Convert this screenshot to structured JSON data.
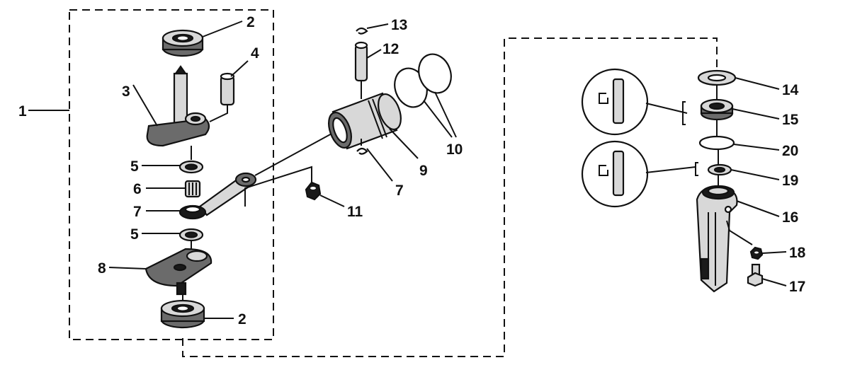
{
  "callouts": {
    "c1": "1",
    "c2a": "2",
    "c2b": "2",
    "c3": "3",
    "c4": "4",
    "c5a": "5",
    "c5b": "5",
    "c6": "6",
    "c7a": "7",
    "c7b": "7",
    "c8": "8",
    "c9": "9",
    "c10": "10",
    "c11": "11",
    "c12": "12",
    "c13": "13",
    "c14": "14",
    "c15": "15",
    "c16": "16",
    "c17": "17",
    "c18": "18",
    "c19": "19",
    "c20": "20"
  },
  "icons": {
    "detail_15": "seal-orientation-detail-icon",
    "detail_19": "seal-orientation-detail-icon"
  }
}
